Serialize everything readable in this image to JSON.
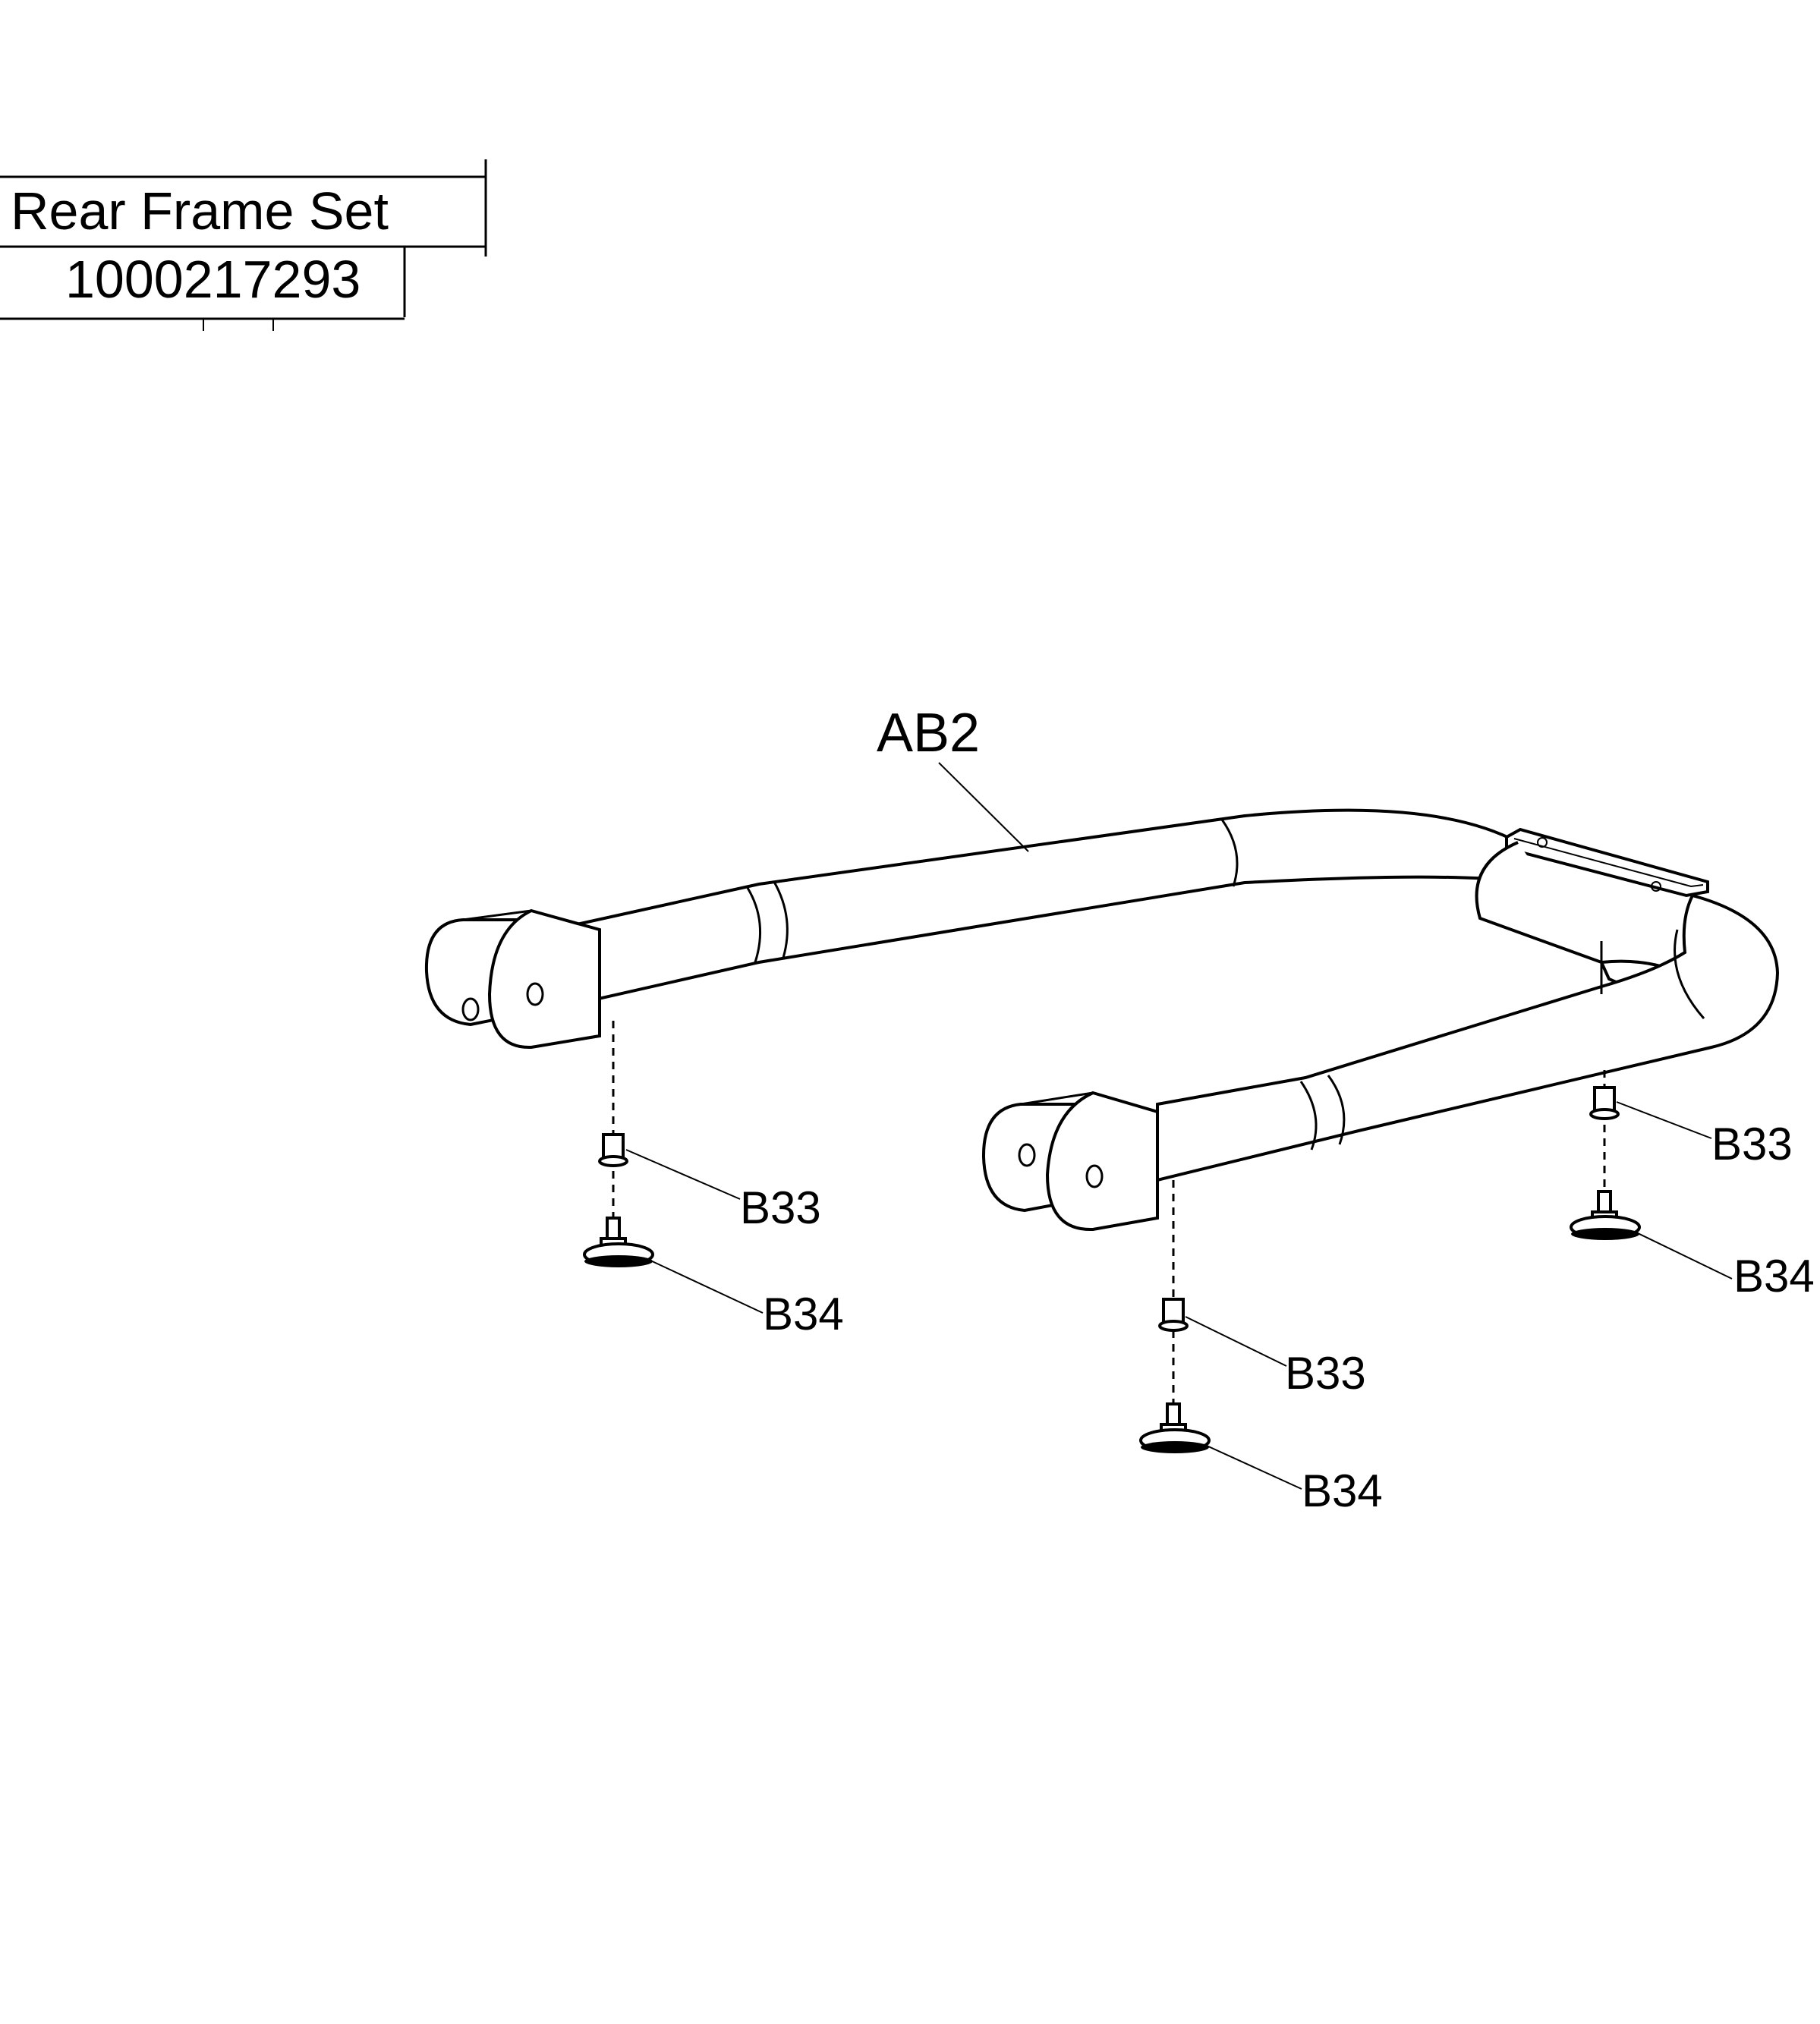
{
  "title_block": {
    "name": "Rear Frame Set",
    "part_number": "1000217293"
  },
  "callouts": {
    "main_frame": "AB2",
    "spacer_left": "B33",
    "foot_left": "B34",
    "spacer_center": "B33",
    "foot_center": "B34",
    "spacer_right": "B33",
    "foot_right": "B34"
  }
}
